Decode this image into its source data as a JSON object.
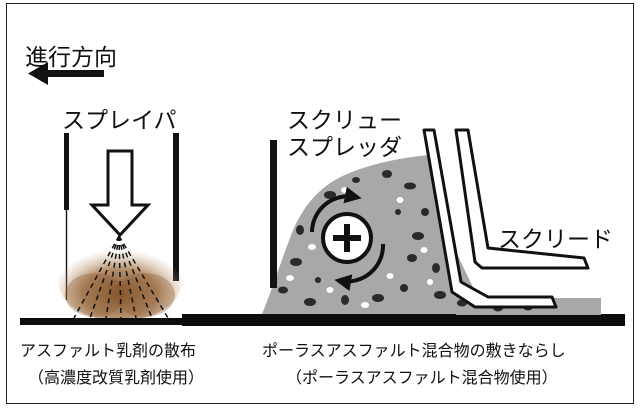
{
  "labels": {
    "direction": "進行方向",
    "sprayer": "スプレイパ",
    "screw_spreader_line1": "スクリュー",
    "screw_spreader_line2": "スプレッダ",
    "screed": "スクリード"
  },
  "captions": {
    "left_line1": "アスファルト乳剤の散布",
    "left_line2": "（高濃度改質乳剤使用）",
    "right_line1": "ポーラスアスファルト混合物の敷きならし",
    "right_line2": "（ポーラスアスファルト混合物使用）"
  },
  "colors": {
    "ink": "#111111",
    "mixture": "#a9a9a9",
    "emulsion": "#8a5a30",
    "ground": "#0d0d0d"
  },
  "icons": {
    "direction_arrow": "arrow-left-icon",
    "spray_arrow": "arrow-down-icon",
    "rotation": "rotation-arrows-icon",
    "plus": "plus-icon"
  }
}
